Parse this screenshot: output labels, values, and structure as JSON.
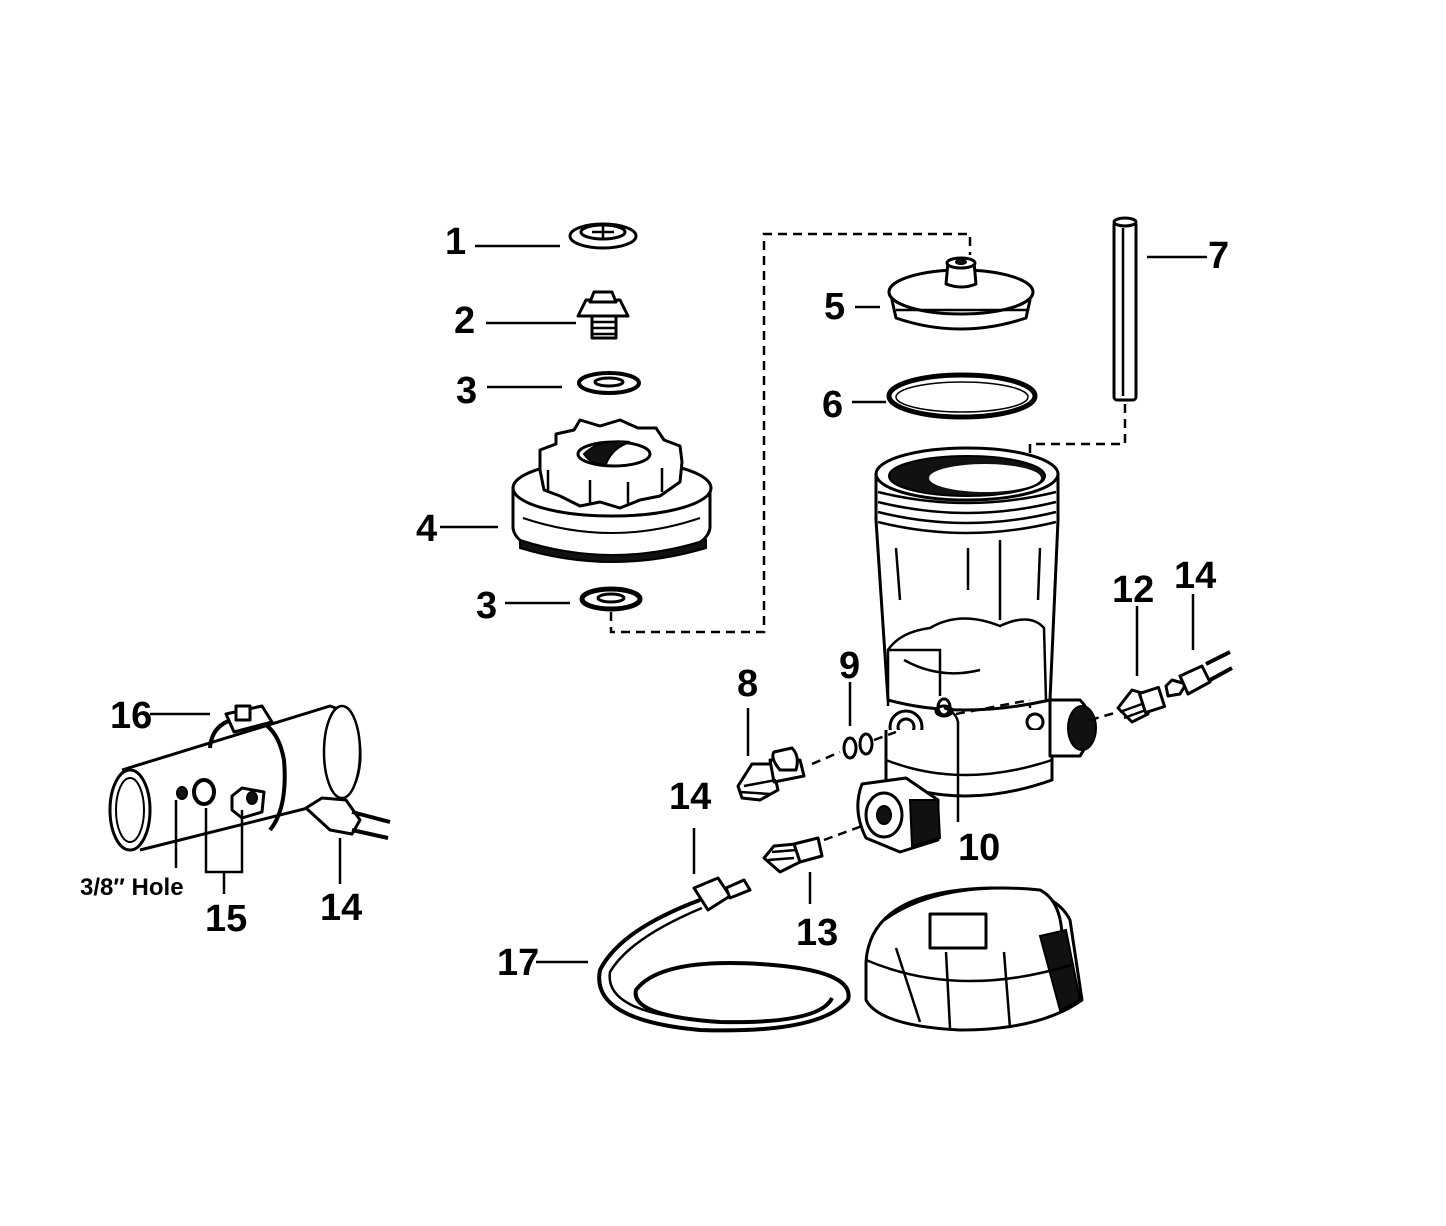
{
  "diagram": {
    "labels": {
      "p1": "1",
      "p2": "2",
      "p3a": "3",
      "p3b": "3",
      "p4": "4",
      "p5": "5",
      "p6": "6",
      "p7": "7",
      "p8": "8",
      "p9": "9",
      "p10": "10",
      "p12": "12",
      "p13": "13",
      "p14a": "14",
      "p14b": "14",
      "p14c": "14",
      "p15": "15",
      "p16": "16",
      "p17": "17"
    },
    "notes": {
      "hole": "3/8″ Hole"
    }
  }
}
